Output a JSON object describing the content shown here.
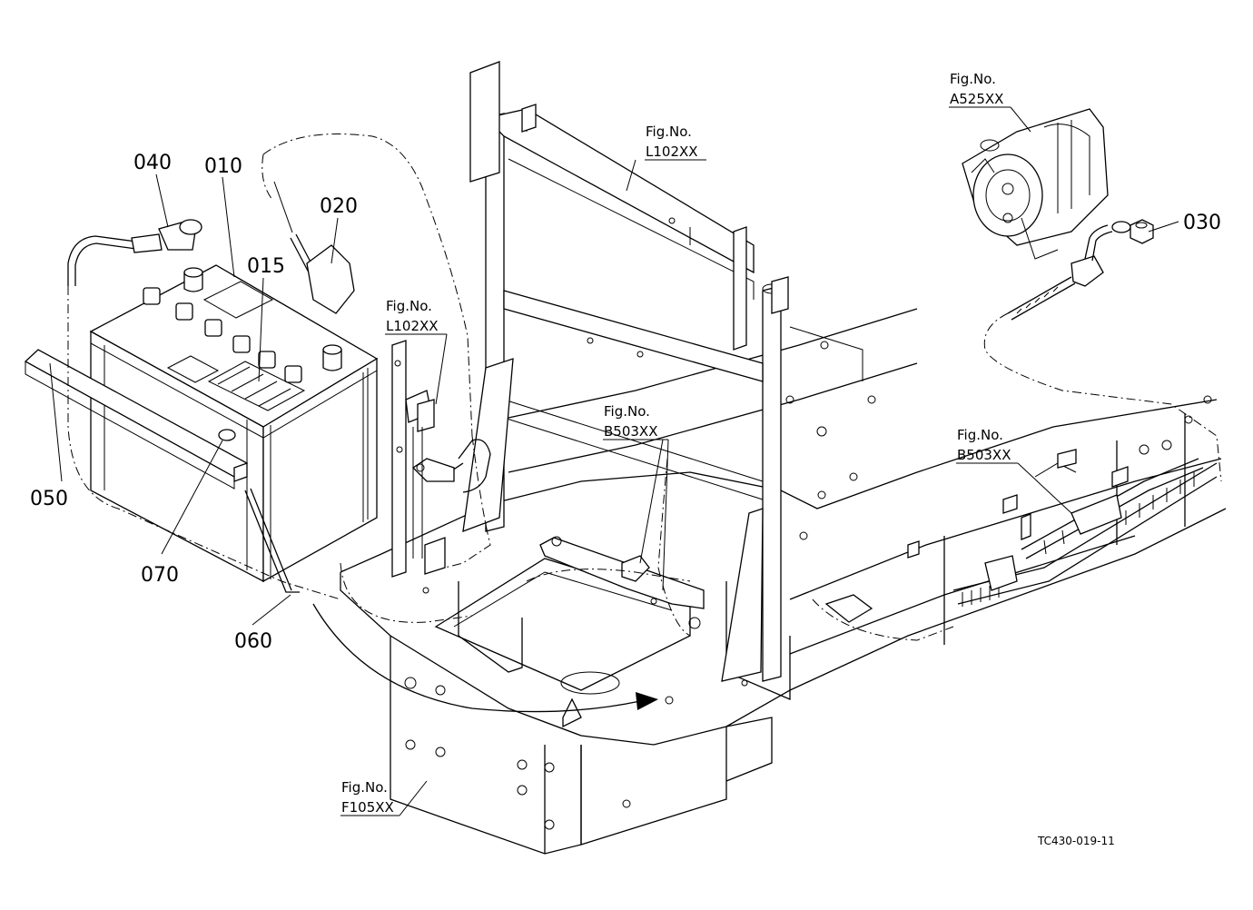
{
  "part_labels": {
    "p040": "040",
    "p010": "010",
    "p020": "020",
    "p015": "015",
    "p030": "030",
    "p050": "050",
    "p070": "070",
    "p060": "060"
  },
  "figure_refs": {
    "ref_l102_top": {
      "line1": "Fig.No.",
      "line2": "L102XX"
    },
    "ref_a525": {
      "line1": "Fig.No.",
      "line2": "A525XX"
    },
    "ref_l102_mid": {
      "line1": "Fig.No.",
      "line2": "L102XX"
    },
    "ref_b503_center": {
      "line1": "Fig.No.",
      "line2": "B503XX"
    },
    "ref_b503_right": {
      "line1": "Fig.No.",
      "line2": "B503XX"
    },
    "ref_f105": {
      "line1": "Fig.No.",
      "line2": "F105XX"
    }
  },
  "drawing_code": "TC430-019-11"
}
